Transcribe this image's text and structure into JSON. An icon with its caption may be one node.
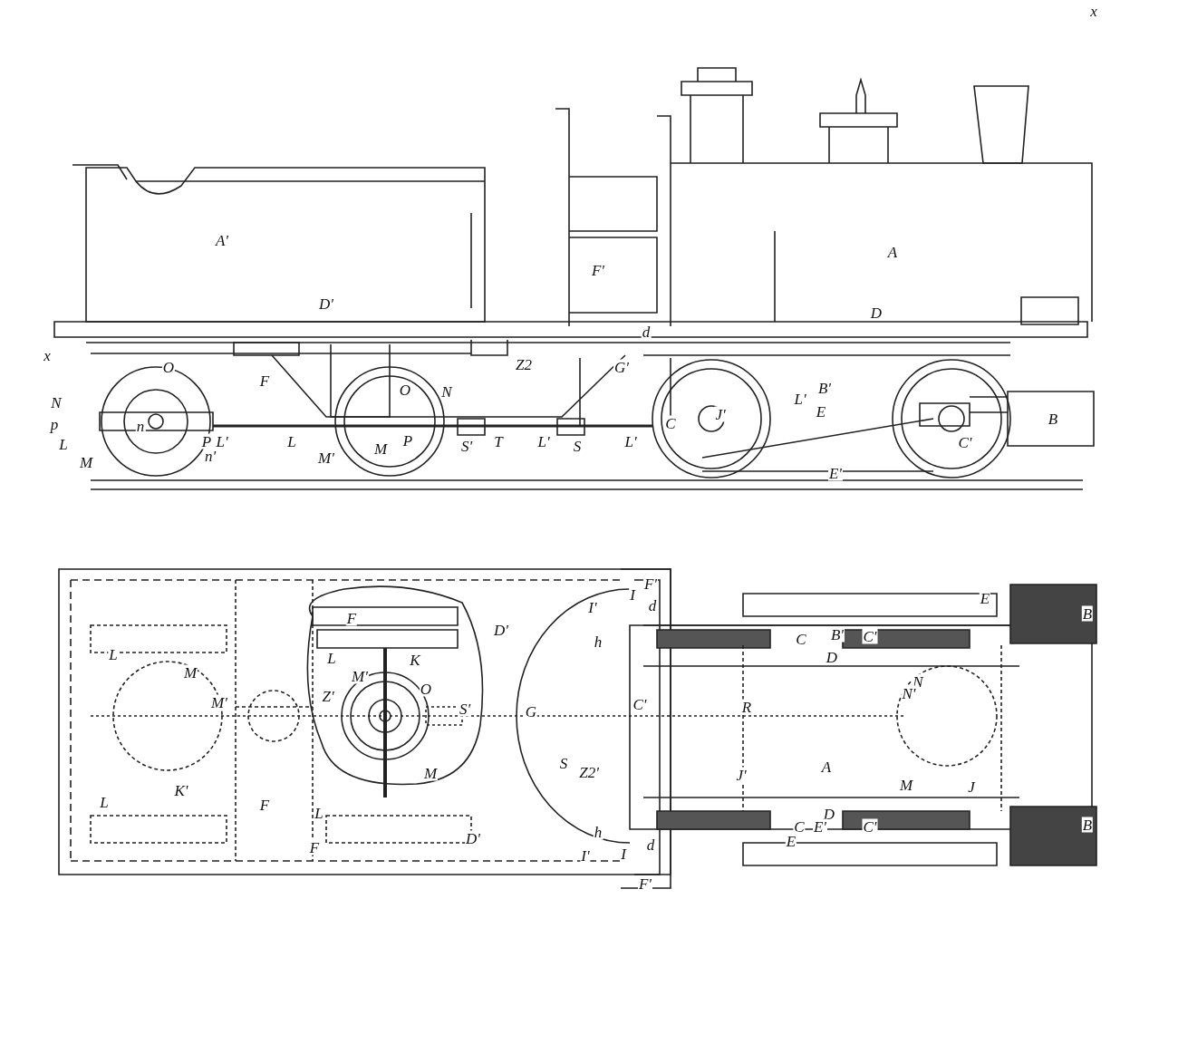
{
  "diagram": {
    "labels": [
      "x",
      "A'",
      "F'",
      "A",
      "D'",
      "D",
      "d",
      "x",
      "Z2",
      "G'",
      "F",
      "O",
      "O",
      "N",
      "C",
      "J'",
      "N",
      "L'",
      "B'",
      "E",
      "p",
      "L",
      "P",
      "L'",
      "L",
      "M'",
      "M",
      "P",
      "S'",
      "T",
      "L'",
      "S",
      "L'",
      "C'",
      "B",
      "M",
      "n",
      "n'",
      "E'",
      "F'",
      "I'",
      "I",
      "d",
      "E",
      "B",
      "F",
      "D'",
      "h",
      "C",
      "B'",
      "C'",
      "L",
      "L",
      "K",
      "D",
      "M",
      "M'",
      "M'",
      "O",
      "Z'",
      "S'",
      "G",
      "C'",
      "R",
      "N",
      "N'",
      "M",
      "S",
      "Z2'",
      "J'",
      "A",
      "K'",
      "M",
      "J",
      "L",
      "F",
      "L",
      "D'",
      "h",
      "D",
      "C",
      "E'",
      "C'",
      "B",
      "F",
      "I'",
      "I",
      "d",
      "E",
      "F'"
    ]
  }
}
